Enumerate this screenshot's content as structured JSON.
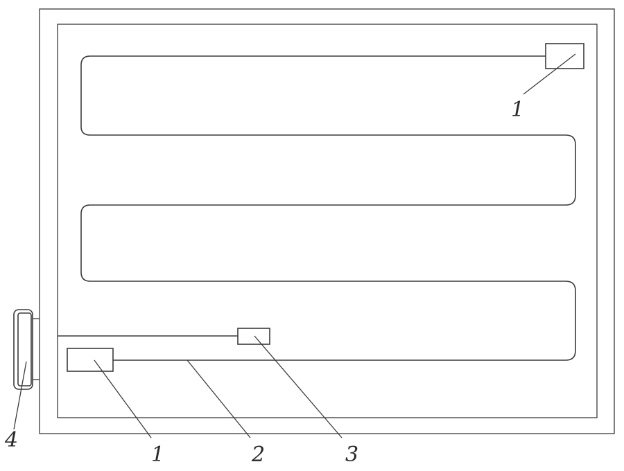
{
  "labels": {
    "sensor_top": "1",
    "sensor_bottom": "1",
    "cable": "2",
    "junction": "3",
    "connector": "4"
  },
  "colors": {
    "line": "#3a3a3a",
    "text": "#2a2a2a",
    "background": "#ffffff"
  }
}
